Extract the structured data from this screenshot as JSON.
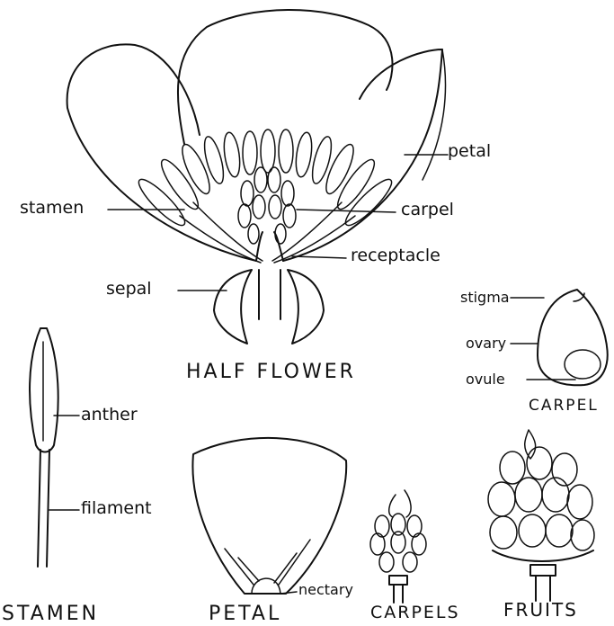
{
  "labels": {
    "petal": "petal",
    "stamen": "stamen",
    "carpel": "carpel",
    "receptacle": "receptacle",
    "sepal": "sepal",
    "stigma": "stigma",
    "ovary": "ovary",
    "ovule": "ovule",
    "anther": "anther",
    "filament": "filament",
    "nectary": "nectary"
  },
  "captions": {
    "half_flower": "HALF FLOWER",
    "carpel": "CARPEL",
    "stamen": "STAMEN",
    "petal": "PETAL",
    "carpels": "CARPELS",
    "fruits": "FRUITS"
  }
}
